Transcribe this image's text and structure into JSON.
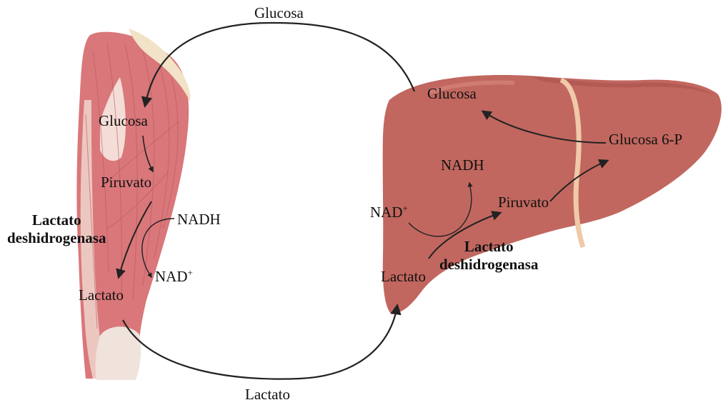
{
  "cycle": {
    "top_label": "Glucosa",
    "bottom_label": "Lactato"
  },
  "muscle": {
    "glucose": "Glucosa",
    "pyruvate": "Piruvato",
    "nadh": "NADH",
    "nad": "NAD",
    "nad_sup": "+",
    "lactate": "Lactato",
    "enzyme_line1": "Lactato",
    "enzyme_line2": "deshidrogenasa"
  },
  "liver": {
    "glucose": "Glucosa",
    "glucose6p": "Glucosa 6-P",
    "nadh": "NADH",
    "nad": "NAD",
    "nad_sup": "+",
    "pyruvate": "Piruvato",
    "lactate": "Lactato",
    "enzyme_line1": "Lactato",
    "enzyme_line2": "deshidrogenasa"
  },
  "colors": {
    "muscle": "#d9777a",
    "muscle_dark": "#b8585d",
    "tendon": "#f1e6df",
    "liver": "#c1675f",
    "liver_dark": "#9c4a44",
    "ligament": "#f0c9a8",
    "arrow": "#222222"
  }
}
